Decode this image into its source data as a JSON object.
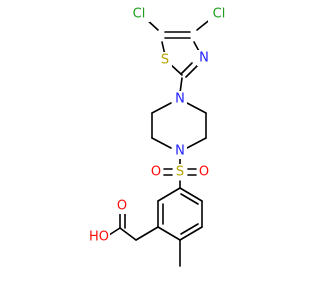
{
  "colors": {
    "carbon_bond": "#000000",
    "chlorine": "#1fa01f",
    "sulfur": "#b8a300",
    "nitrogen": "#1f1fff",
    "oxygen": "#ff0d0d",
    "background": "#ffffff"
  },
  "atoms": [
    {
      "id": "cl1",
      "label": "Cl",
      "color": "chlorine"
    },
    {
      "id": "cl2",
      "label": "Cl",
      "color": "chlorine"
    },
    {
      "id": "s_ring",
      "label": "S",
      "color": "sulfur"
    },
    {
      "id": "n_thiazole",
      "label": "N",
      "color": "nitrogen"
    },
    {
      "id": "n_pip_top",
      "label": "N",
      "color": "nitrogen"
    },
    {
      "id": "n_pip_bottom",
      "label": "N",
      "color": "nitrogen"
    },
    {
      "id": "s_sulfonyl",
      "label": "S",
      "color": "sulfur"
    },
    {
      "id": "o_sulfonyl_left",
      "label": "O",
      "color": "oxygen"
    },
    {
      "id": "o_sulfonyl_right",
      "label": "O",
      "color": "oxygen"
    },
    {
      "id": "o_carbonyl",
      "label": "O",
      "color": "oxygen"
    },
    {
      "id": "o_hydroxyl",
      "label": "HO",
      "color": "oxygen"
    }
  ]
}
